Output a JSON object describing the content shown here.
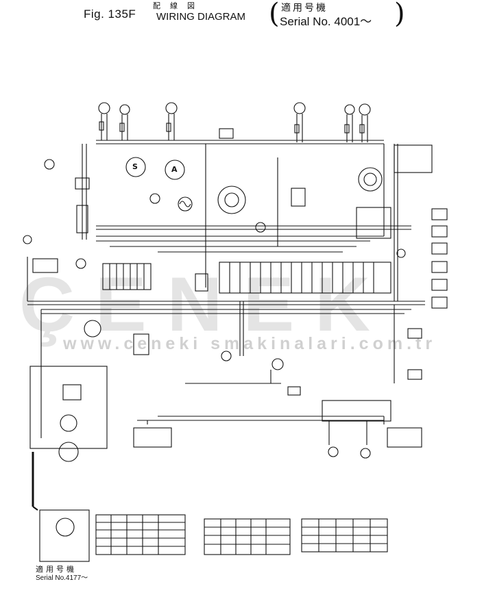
{
  "diagram": {
    "figure_label": "Fig. 135F",
    "title_jp_top": "配線図",
    "title_en": "WIRING DIAGRAM",
    "paren_open": "(",
    "paren_close": ")",
    "serial_jp": "適用号機",
    "serial_range": "Serial No. 4001～",
    "inset_jp": "適用号機",
    "inset_serial": "Serial No.4177～",
    "gauge_s": "S",
    "gauge_a": "A"
  },
  "watermark": {
    "brand": "ÇENEK",
    "url": "www.ceneki smakinalari.com.tr"
  }
}
